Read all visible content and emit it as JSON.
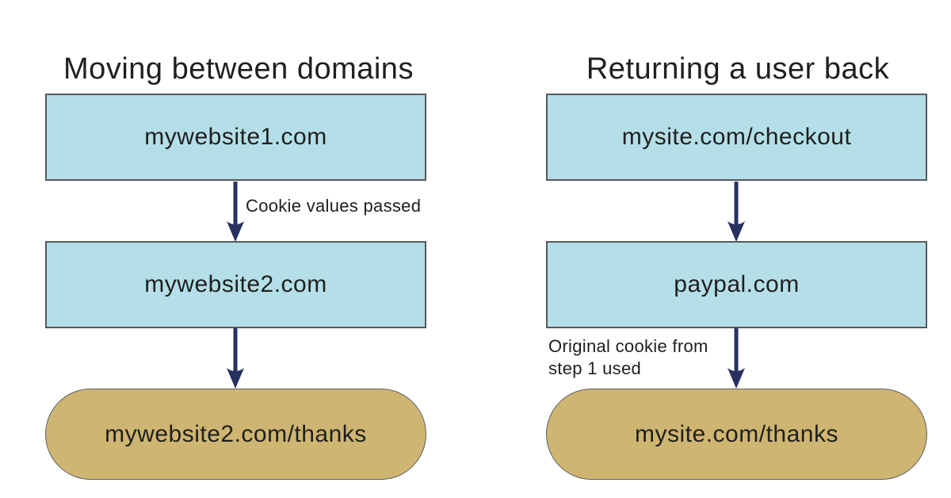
{
  "colors": {
    "background": "#ffffff",
    "node_fill": "#b5dfe8",
    "node_border": "#55585c",
    "terminal_fill": "#cfb572",
    "terminal_border": "#5f6062",
    "arrow": "#273160",
    "text": "#1f1f1f"
  },
  "columns": [
    {
      "title": "Moving between domains",
      "boxes": [
        "mywebsite1.com",
        "mywebsite2.com"
      ],
      "terminal": "mywebsite2.com/thanks",
      "arrow1_label": "Cookie values passed"
    },
    {
      "title": "Returning a user back",
      "boxes": [
        "mysite.com/checkout",
        "paypal.com"
      ],
      "terminal": "mysite.com/thanks",
      "arrow2_label": "Original cookie from step 1 used"
    }
  ]
}
